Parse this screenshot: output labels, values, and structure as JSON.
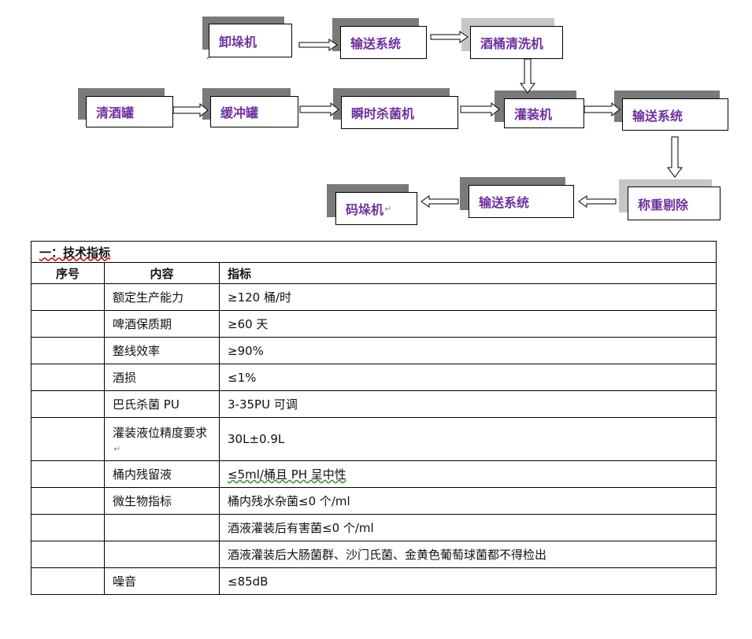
{
  "flowchart": {
    "nodes": {
      "unstacker": "卸垛机",
      "conveyor_top": "输送系统",
      "keg_washer": "酒桶清洗机",
      "clear_beer_tank": "清酒罐",
      "buffer_tank": "缓冲罐",
      "flash_pasteurizer": "瞬时杀菌机",
      "filler": "灌装机",
      "conveyor_mid": "输送系统",
      "check_weigher": "称重剔除",
      "conveyor_bottom": "输送系统",
      "stacker": "码垛机"
    },
    "paragraph_mark": "↵"
  },
  "table": {
    "title": "一：技术指标",
    "headers": {
      "index": "序号",
      "content": "内容",
      "spec": "指标"
    },
    "rows": [
      {
        "index": "",
        "content": "额定生产能力",
        "spec": "≥120 桶/时"
      },
      {
        "index": "",
        "content": "啤酒保质期",
        "spec": "≥60 天"
      },
      {
        "index": "",
        "content": "整线效率",
        "spec": "≥90%"
      },
      {
        "index": "",
        "content": "酒损",
        "spec": "≤1%"
      },
      {
        "index": "",
        "content": "巴氏杀菌 PU",
        "spec": "3-35PU 可调"
      },
      {
        "index": "",
        "content": "灌装液位精度要求",
        "spec": "30L±0.9L"
      },
      {
        "index": "",
        "content": "桶内残留液",
        "spec": "≤5ml/桶且 PH 呈中性"
      },
      {
        "index": "",
        "content": "微生物指标",
        "spec": "桶内残水杂菌≤0 个/ml"
      },
      {
        "index": "",
        "content": "",
        "spec": "酒液灌装后有害菌≤0 个/ml"
      },
      {
        "index": "",
        "content": "",
        "spec": "酒液灌装后大肠菌群、沙门氏菌、金黄色葡萄球菌都不得检出"
      },
      {
        "index": "",
        "content": "噪音",
        "spec": "≤85dB"
      }
    ]
  }
}
